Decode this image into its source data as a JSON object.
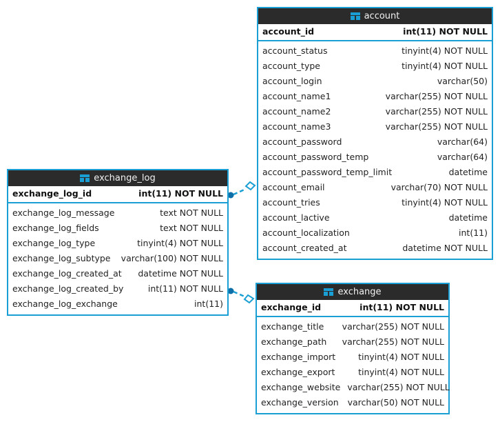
{
  "diagram": {
    "kind": "database-er-diagram",
    "background_color": "#ffffff",
    "accent_color": "#1a9fd4",
    "header_background": "#2b2b2b",
    "header_text_color": "#f2f2f2",
    "icon_name": "table-icon",
    "tables": [
      {
        "id": "account",
        "title": "account",
        "primary_key": {
          "name": "account_id",
          "type": "int(11) NOT NULL"
        },
        "fields": [
          {
            "name": "account_status",
            "type": "tinyint(4) NOT NULL"
          },
          {
            "name": "account_type",
            "type": "tinyint(4) NOT NULL"
          },
          {
            "name": "account_login",
            "type": "varchar(50)"
          },
          {
            "name": "account_name1",
            "type": "varchar(255) NOT NULL"
          },
          {
            "name": "account_name2",
            "type": "varchar(255) NOT NULL"
          },
          {
            "name": "account_name3",
            "type": "varchar(255) NOT NULL"
          },
          {
            "name": "account_password",
            "type": "varchar(64)"
          },
          {
            "name": "account_password_temp",
            "type": "varchar(64)"
          },
          {
            "name": "account_password_temp_limit",
            "type": "datetime"
          },
          {
            "name": "account_email",
            "type": "varchar(70) NOT NULL"
          },
          {
            "name": "account_tries",
            "type": "tinyint(4) NOT NULL"
          },
          {
            "name": "account_lactive",
            "type": "datetime"
          },
          {
            "name": "account_localization",
            "type": "int(11)"
          },
          {
            "name": "account_created_at",
            "type": "datetime NOT NULL"
          }
        ]
      },
      {
        "id": "exchange_log",
        "title": "exchange_log",
        "primary_key": {
          "name": "exchange_log_id",
          "type": "int(11) NOT NULL"
        },
        "fields": [
          {
            "name": "exchange_log_message",
            "type": "text NOT NULL"
          },
          {
            "name": "exchange_log_fields",
            "type": "text NOT NULL"
          },
          {
            "name": "exchange_log_type",
            "type": "tinyint(4) NOT NULL"
          },
          {
            "name": "exchange_log_subtype",
            "type": "varchar(100) NOT NULL"
          },
          {
            "name": "exchange_log_created_at",
            "type": "datetime NOT NULL"
          },
          {
            "name": "exchange_log_created_by",
            "type": "int(11) NOT NULL"
          },
          {
            "name": "exchange_log_exchange",
            "type": "int(11)"
          }
        ]
      },
      {
        "id": "exchange",
        "title": "exchange",
        "primary_key": {
          "name": "exchange_id",
          "type": "int(11) NOT NULL"
        },
        "fields": [
          {
            "name": "exchange_title",
            "type": "varchar(255) NOT NULL"
          },
          {
            "name": "exchange_path",
            "type": "varchar(255) NOT NULL"
          },
          {
            "name": "exchange_import",
            "type": "tinyint(4) NOT NULL"
          },
          {
            "name": "exchange_export",
            "type": "tinyint(4) NOT NULL"
          },
          {
            "name": "exchange_website",
            "type": "varchar(255) NOT NULL"
          },
          {
            "name": "exchange_version",
            "type": "varchar(50) NOT NULL"
          }
        ]
      }
    ],
    "relations": [
      {
        "id": "exchange-log-to-account",
        "from_table": "exchange_log",
        "to_table": "account",
        "from_endpoint": "dot",
        "to_endpoint": "diamond",
        "style": "dashed"
      },
      {
        "id": "exchange-log-to-exchange",
        "from_table": "exchange_log",
        "to_table": "exchange",
        "from_endpoint": "dot",
        "to_endpoint": "diamond",
        "style": "dashed"
      }
    ]
  }
}
